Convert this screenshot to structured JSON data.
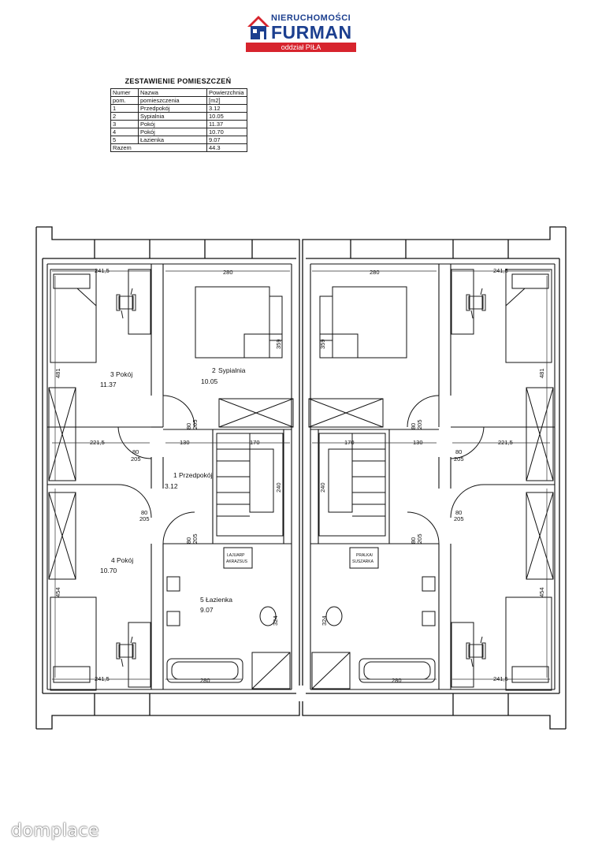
{
  "logo": {
    "top_text": "NIERUCHOMOŚCI",
    "brand": "FURMAN",
    "branch": "oddział PIŁA",
    "colors": {
      "blue": "#1c3f8f",
      "red": "#d7242d"
    }
  },
  "table": {
    "title": "ZESTAWIENIE POMIESZCZEŃ",
    "headers": [
      [
        "Numer",
        "Nazwa",
        "Powierzchnia"
      ],
      [
        "pom.",
        "pomieszczenia",
        "[m2]"
      ]
    ],
    "rows": [
      {
        "num": "1",
        "name": "Przedpokój",
        "area": "3.12"
      },
      {
        "num": "2",
        "name": "Sypialnia",
        "area": "10.05"
      },
      {
        "num": "3",
        "name": "Pokój",
        "area": "11.37"
      },
      {
        "num": "4",
        "name": "Pokój",
        "area": "10.70"
      },
      {
        "num": "5",
        "name": "Łazienka",
        "area": "9.07"
      }
    ],
    "total_label": "Razem",
    "total_value": "44.3"
  },
  "plan": {
    "rooms": {
      "r3_num": "3",
      "r3_name": "Pokój",
      "r3_area": "11.37",
      "r2_num": "2",
      "r2_name": "Sypialnia",
      "r2_area": "10.05",
      "r1_num": "1",
      "r1_name": "Przedpokój",
      "r1_area": "3.12",
      "r4_num": "4",
      "r4_name": "Pokój",
      "r4_area": "10.70",
      "r5_num": "5",
      "r5_name": "Łazienka",
      "r5_area": "9.07"
    },
    "dims": {
      "d_241_5": "241,5",
      "d_280": "280",
      "d_221_5": "221,5",
      "d_130": "130",
      "d_170": "170",
      "d_481": "481",
      "d_454": "454",
      "d_359": "359",
      "d_240": "240",
      "d_80": "80",
      "d_205": "205",
      "d_324": "324"
    },
    "appliance_left": [
      "LAJUARP",
      "AKRAZSUS"
    ],
    "appliance_right": [
      "PRALKA/",
      "SUSZARKA"
    ]
  },
  "watermark": "domplace"
}
